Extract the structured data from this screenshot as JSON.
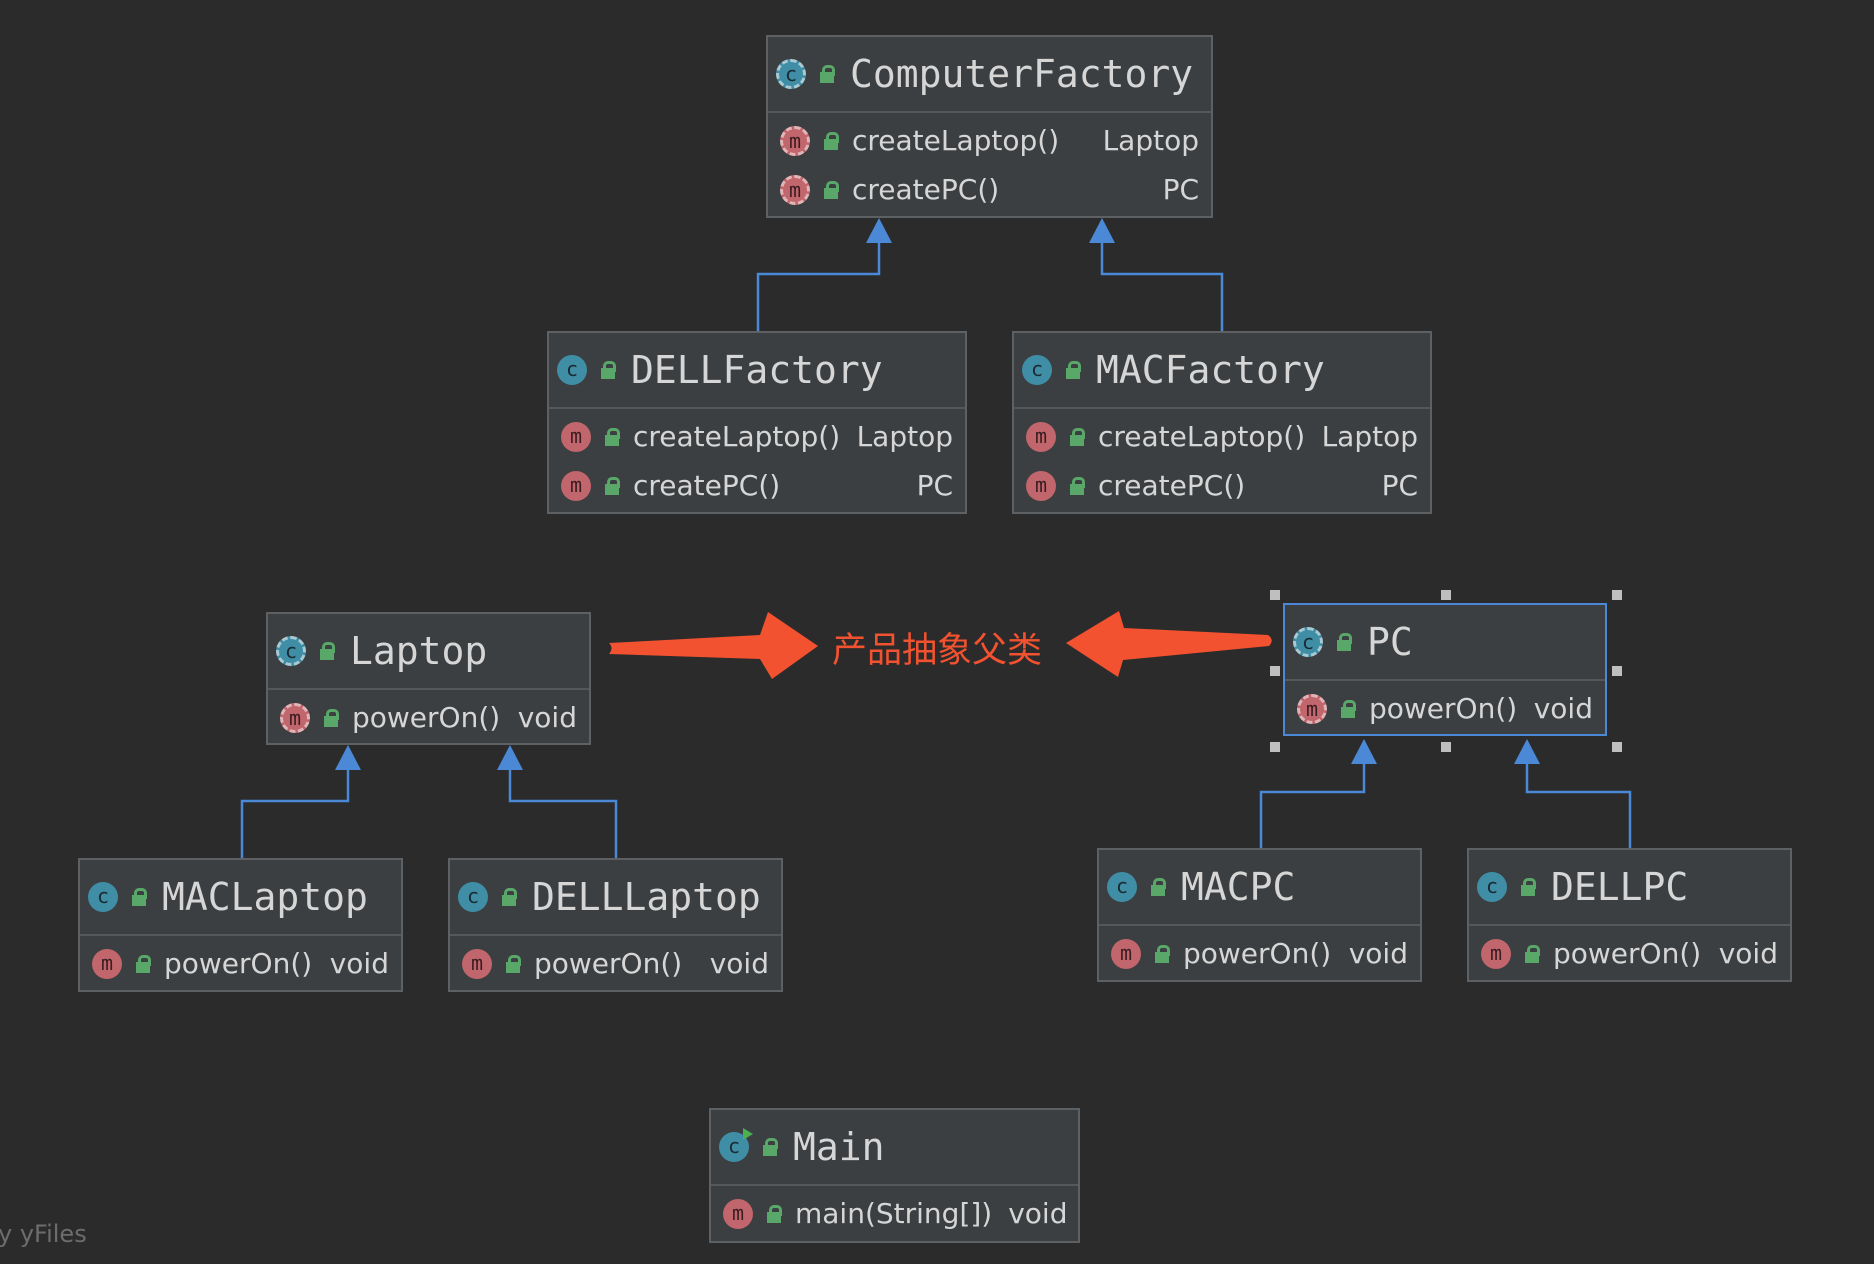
{
  "classes": {
    "computer_factory": {
      "name": "ComputerFactory",
      "methods": [
        {
          "name": "createLaptop()",
          "ret": "Laptop"
        },
        {
          "name": "createPC()",
          "ret": "PC"
        }
      ]
    },
    "dell_factory": {
      "name": "DELLFactory",
      "methods": [
        {
          "name": "createLaptop()",
          "ret": "Laptop"
        },
        {
          "name": "createPC()",
          "ret": "PC"
        }
      ]
    },
    "mac_factory": {
      "name": "MACFactory",
      "methods": [
        {
          "name": "createLaptop()",
          "ret": "Laptop"
        },
        {
          "name": "createPC()",
          "ret": "PC"
        }
      ]
    },
    "laptop": {
      "name": "Laptop",
      "methods": [
        {
          "name": "powerOn()",
          "ret": "void"
        }
      ]
    },
    "pc": {
      "name": "PC",
      "methods": [
        {
          "name": "powerOn()",
          "ret": "void"
        }
      ]
    },
    "mac_laptop": {
      "name": "MACLaptop",
      "methods": [
        {
          "name": "powerOn()",
          "ret": "void"
        }
      ]
    },
    "dell_laptop": {
      "name": "DELLLaptop",
      "methods": [
        {
          "name": "powerOn()",
          "ret": "void"
        }
      ]
    },
    "mac_pc": {
      "name": "MACPC",
      "methods": [
        {
          "name": "powerOn()",
          "ret": "void"
        }
      ]
    },
    "dell_pc": {
      "name": "DELLPC",
      "methods": [
        {
          "name": "powerOn()",
          "ret": "void"
        }
      ]
    },
    "main": {
      "name": "Main",
      "methods": [
        {
          "name": "main(String[])",
          "ret": "void"
        }
      ]
    }
  },
  "icons": {
    "class_letter": "c",
    "method_letter": "m"
  },
  "annotation": {
    "text": "产品抽象父类"
  },
  "watermark": "y yFiles",
  "colors": {
    "background": "#2b2b2b",
    "node": "#3c3f41",
    "edge": "#4b88d6",
    "annotation": "#f2522f",
    "class_icon": "#3f8ea6",
    "method_icon": "#c0666c",
    "access_icon": "#59a869"
  }
}
